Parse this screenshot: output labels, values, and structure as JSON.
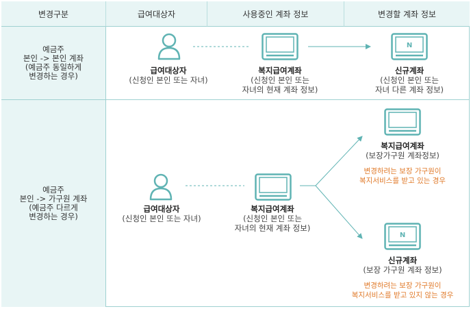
{
  "headers": [
    "변경구분",
    "급여대상자",
    "사용중인 계좌 정보",
    "변경할 계좌 정보"
  ],
  "rows": [
    {
      "label_lines": [
        "예금주",
        "본인 -> 본인 계좌",
        "(예금주 동일하게",
        "변경하는 경우)"
      ],
      "recipient": {
        "title": "급여대상자",
        "sub": [
          "(신청인 본인 또는 자녀)"
        ]
      },
      "current": {
        "title": "복지급여계좌",
        "sub": [
          "(신청인 본인 또는",
          "자녀의 현재 계좌 정보)"
        ]
      },
      "new": {
        "title": "신규계좌",
        "sub": [
          "(신청인 본인 또는",
          "자녀 다른 계좌 정보)"
        ],
        "badge": "N"
      }
    },
    {
      "label_lines": [
        "예금주",
        "본인 -> 가구원 계좌",
        "(예금주 다르게",
        "변경하는 경우)"
      ],
      "recipient": {
        "title": "급여대상자",
        "sub": [
          "(신청인 본인 또는 자녀)"
        ]
      },
      "current": {
        "title": "복지급여계좌",
        "sub": [
          "(신청인 본인 또는",
          "자녀의 현재 계좌 정보)"
        ]
      },
      "option_a": {
        "title": "복지급여계좌",
        "sub": [
          "(보장가구원 계좌정보)"
        ],
        "note": [
          "변경하려는 보장 가구원이",
          "복지서비스를 받고 있는 경우"
        ]
      },
      "option_b": {
        "title": "신규계좌",
        "sub": [
          "(보장 가구원 계좌 정보)"
        ],
        "note": [
          "변경하려는 보장 가구원이",
          "복지서비스를 받고 있지 않는 경우"
        ],
        "badge": "N"
      }
    }
  ],
  "colors": {
    "icon": "#5fb3b3",
    "header_bg": "#e8f5f5",
    "border": "#9fd1d1",
    "note": "#e07a2a"
  }
}
